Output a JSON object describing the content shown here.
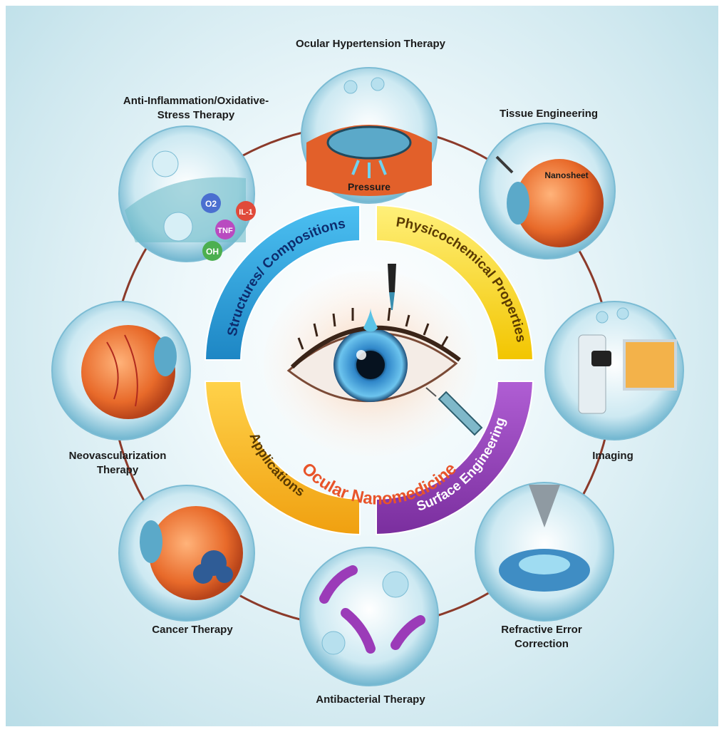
{
  "center": {
    "title": "Ocular Nanomedicine",
    "quadrants": {
      "top_left": "Structures/\nCompositions",
      "top_right": "Physicochemical Properties",
      "bottom_left": "Applications",
      "bottom_right": "Surface Engineering"
    }
  },
  "therapies": {
    "ocular_hypertension": "Ocular Hypertension Therapy",
    "tissue_engineering": "Tissue Engineering",
    "imaging": "Imaging",
    "refractive_error": "Refractive Error\nCorrection",
    "antibacterial": "Antibacterial Therapy",
    "cancer": "Cancer Therapy",
    "neovascularization": "Neovascularization\nTherapy",
    "anti_inflammation": "Anti-Inflammation/Oxidative-\nStress Therapy"
  },
  "inner_labels": {
    "pressure": "Pressure",
    "nanosheet": "Nanosheet",
    "o2": "O2",
    "il1": "IL-1",
    "tnf": "TNF",
    "oh": "OH"
  },
  "colors": {
    "background": "#cfe8ef",
    "ring_line": "#8b3a2a",
    "blue_band": "#2a9fd6",
    "yellow_band": "#ffd42a",
    "orange_band": "#f5b316",
    "purple_band": "#8e3fb0",
    "title_color": "#e8542a"
  }
}
